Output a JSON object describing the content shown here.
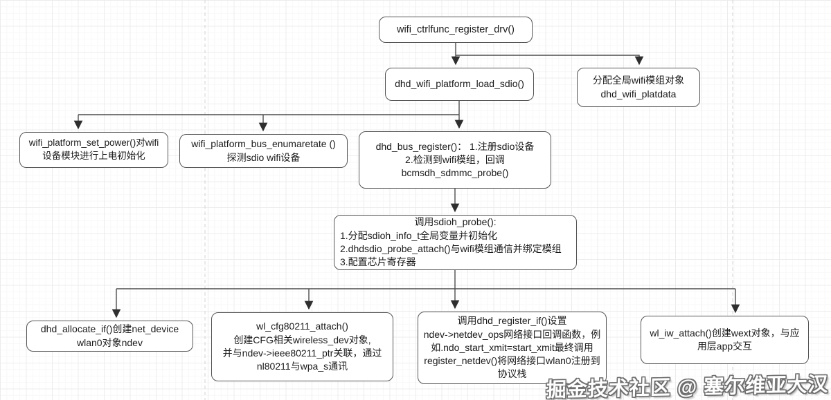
{
  "nodes": {
    "wifi_ctrlfunc_register_drv": {
      "text": "wifi_ctrlfunc_register_drv()"
    },
    "dhd_wifi_platform_load_sdio": {
      "text": "dhd_wifi_platform_load_sdio()"
    },
    "alloc_platdata": {
      "text": "分配全局wifi模组对象\ndhd_wifi_platdata"
    },
    "set_power": {
      "text": "wifi_platform_set_power()对wifi\n设备模块进行上电初始化"
    },
    "bus_enumaretate": {
      "text": "wifi_platform_bus_enumaretate ()\n探测sdio wifi设备"
    },
    "dhd_bus_register": {
      "text": "dhd_bus_register()： 1.注册sdio设备\n2.检测到wifi模组，回调\nbcmsdh_sdmmc_probe()"
    },
    "sdioh_probe": {
      "title": "调用sdioh_probe():",
      "body": "1.分配sdioh_info_t全局变量并初始化\n2.dhdsdio_probe_attach()与wifi模组通信并绑定模组\n3.配置芯片寄存器"
    },
    "dhd_allocate_if": {
      "text": "dhd_allocate_if()创建net_device\nwlan0对象ndev"
    },
    "wl_cfg80211_attach": {
      "text": "wl_cfg80211_attach()\n创建CFG相关wireless_dev对象,\n并与ndev->ieee80211_ptr关联，通过\nnl80211与wpa_s通讯"
    },
    "dhd_register_if": {
      "text": "调用dhd_register_if()设置\nndev->netdev_ops网络接口回调函数，例\n如.ndo_start_xmit=start_xmit最终调用\nregister_netdev()将网络接口wlan0注册到\n协议栈"
    },
    "wl_iw_attach": {
      "text": "wl_iw_attach()创建wext对象，与应\n用层app交互"
    }
  },
  "watermark": "掘金技术社区 @ 塞尔维亚大汉"
}
